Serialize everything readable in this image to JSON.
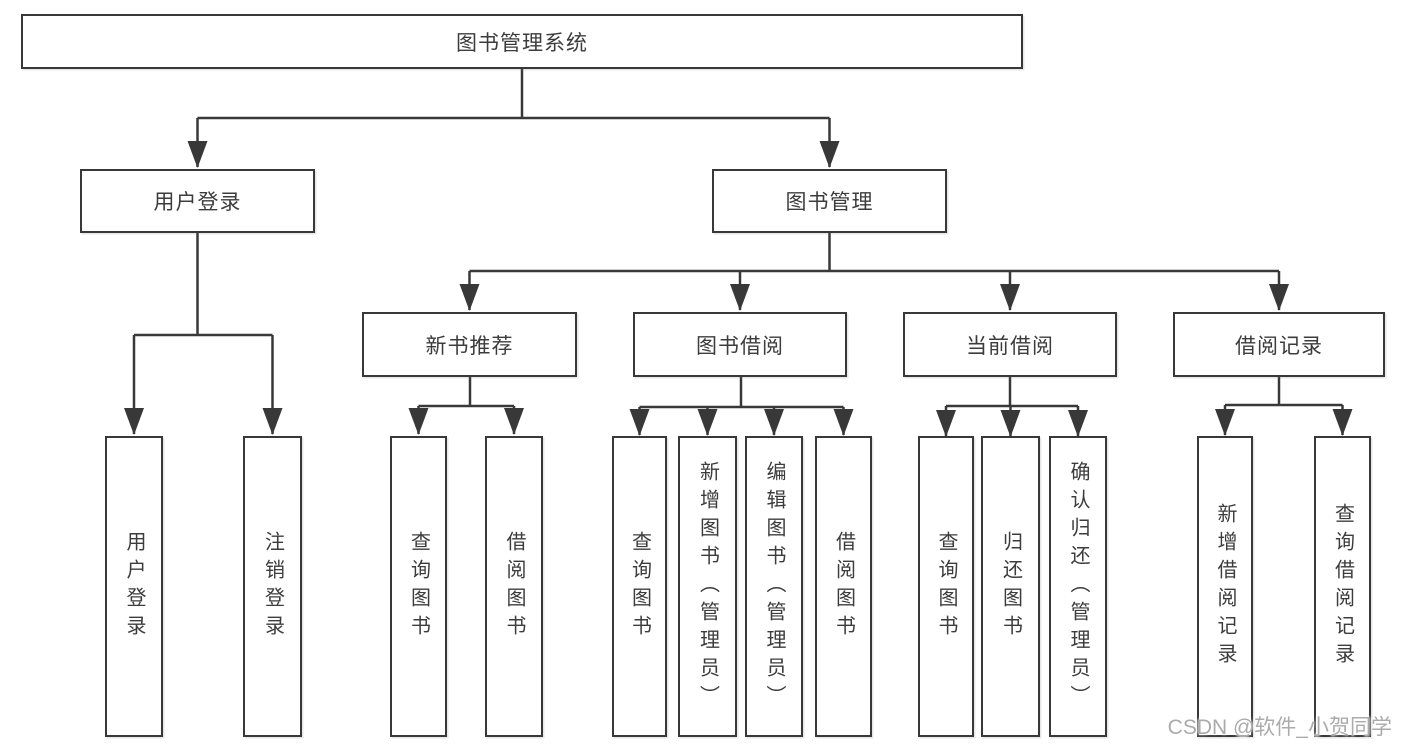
{
  "diagram": {
    "root": {
      "label": "图书管理系统"
    },
    "branches": {
      "user_login": {
        "label": "用户登录"
      },
      "book_mgmt": {
        "label": "图书管理"
      }
    },
    "modules": {
      "new_book": {
        "label": "新书推荐"
      },
      "book_borrow": {
        "label": "图书借阅"
      },
      "current_borrow": {
        "label": "当前借阅"
      },
      "borrow_record": {
        "label": "借阅记录"
      }
    },
    "functions": {
      "user_login_leaf": {
        "label": "用户登录"
      },
      "logout": {
        "label": "注销登录"
      },
      "query_books_newbook": {
        "label": "查询图书"
      },
      "borrow_books_newbook": {
        "label": "借阅图书"
      },
      "query_books_borrow": {
        "label": "查询图书"
      },
      "add_book_admin": {
        "label": "新增图书（管理员）"
      },
      "edit_book_admin": {
        "label": "编辑图书（管理员）"
      },
      "borrow_books_borrow": {
        "label": "借阅图书"
      },
      "query_books_current": {
        "label": "查询图书"
      },
      "return_book": {
        "label": "归还图书"
      },
      "confirm_return_admin": {
        "label": "确认归还（管理员）"
      },
      "add_borrow_record": {
        "label": "新增借阅记录"
      },
      "query_borrow_record": {
        "label": "查询借阅记录"
      }
    },
    "colors": {
      "line": "#383838",
      "text": "#3c3c3c",
      "box_fill": "#ffffff",
      "watermark": "#ababab"
    }
  },
  "watermark": {
    "text": "CSDN @软件_小贺同学"
  }
}
